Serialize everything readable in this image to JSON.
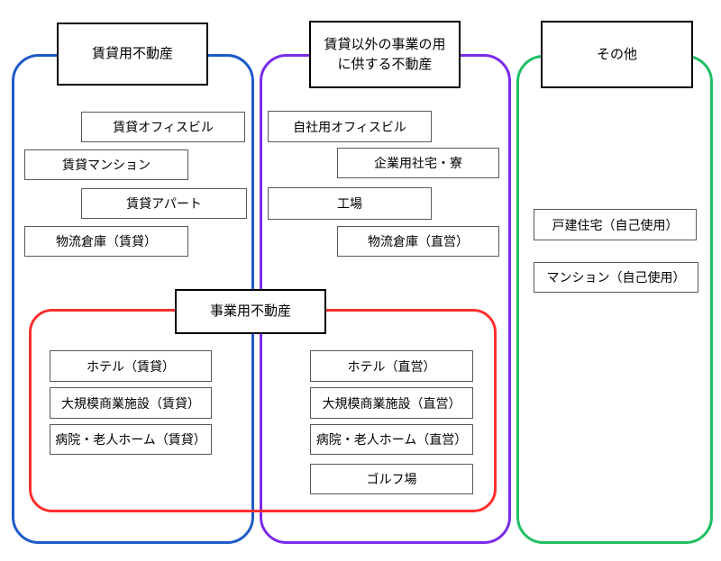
{
  "titles": {
    "rental": "賃貸用不動産",
    "non_rental_line1": "賃貸以外の事業の用",
    "non_rental_line2": "に供する不動産",
    "other": "その他",
    "business": "事業用不動産"
  },
  "labels": {
    "rental_office": "賃貸オフィスビル",
    "rental_mansion": "賃貸マンション",
    "rental_apartment": "賃貸アパート",
    "logistics_rental": "物流倉庫（賃貸）",
    "own_office": "自社用オフィスビル",
    "company_housing": "企業用社宅・寮",
    "factory": "工場",
    "logistics_direct": "物流倉庫（直営）",
    "detached_own": "戸建住宅（自己使用）",
    "mansion_own": "マンション（自己使用）",
    "hotel_rental": "ホテル（賃貸）",
    "mall_rental": "大規模商業施設（賃貸）",
    "hospital_rental": "病院・老人ホーム（賃貸）",
    "hotel_direct": "ホテル（直営）",
    "mall_direct": "大規模商業施設（直営）",
    "hospital_direct": "病院・老人ホーム（直営）",
    "golf": "ゴルフ場"
  },
  "colors": {
    "rental_outline": "#1e5ac8",
    "non_rental_outline": "#7a2bea",
    "other_outline": "#1fbf63",
    "business_outline": "#ff2f2f",
    "title_border": "#000000",
    "label_border": "#595959"
  }
}
